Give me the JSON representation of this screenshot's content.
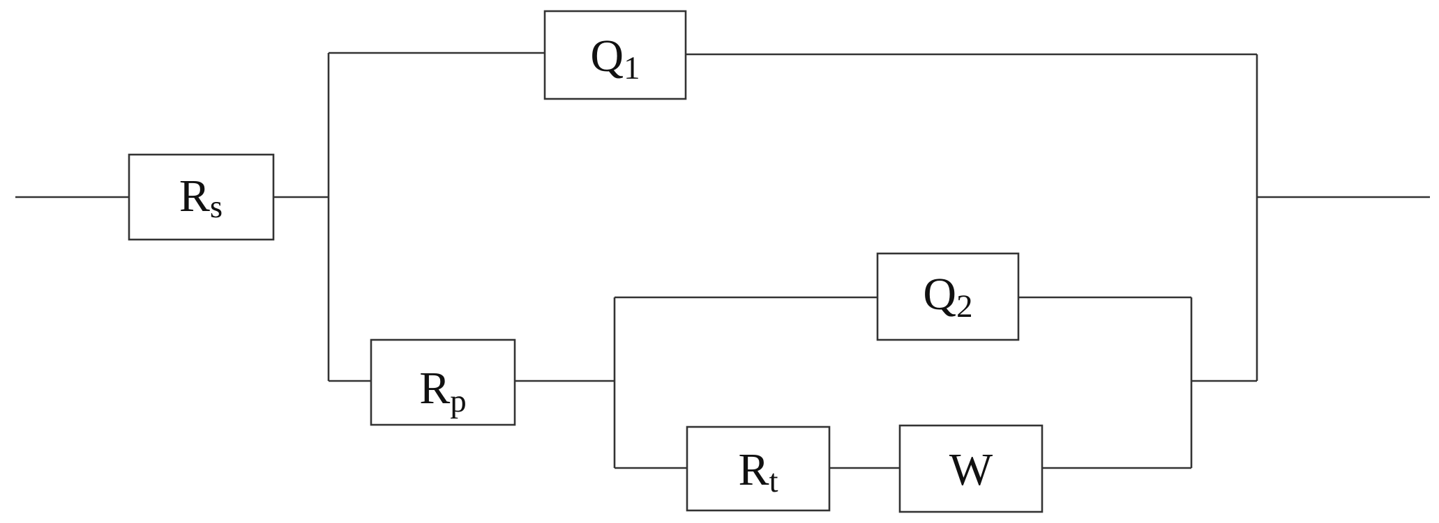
{
  "components": {
    "rs": {
      "symbol": "R",
      "subscript": "s"
    },
    "q1": {
      "symbol": "Q",
      "subscript": "1"
    },
    "rp": {
      "symbol": "R",
      "subscript": "p"
    },
    "q2": {
      "symbol": "Q",
      "subscript": "2"
    },
    "rt": {
      "symbol": "R",
      "subscript": "t"
    },
    "w": {
      "symbol": "W",
      "subscript": ""
    }
  },
  "colors": {
    "line": "#333333",
    "text": "#111111",
    "background": "#ffffff"
  }
}
